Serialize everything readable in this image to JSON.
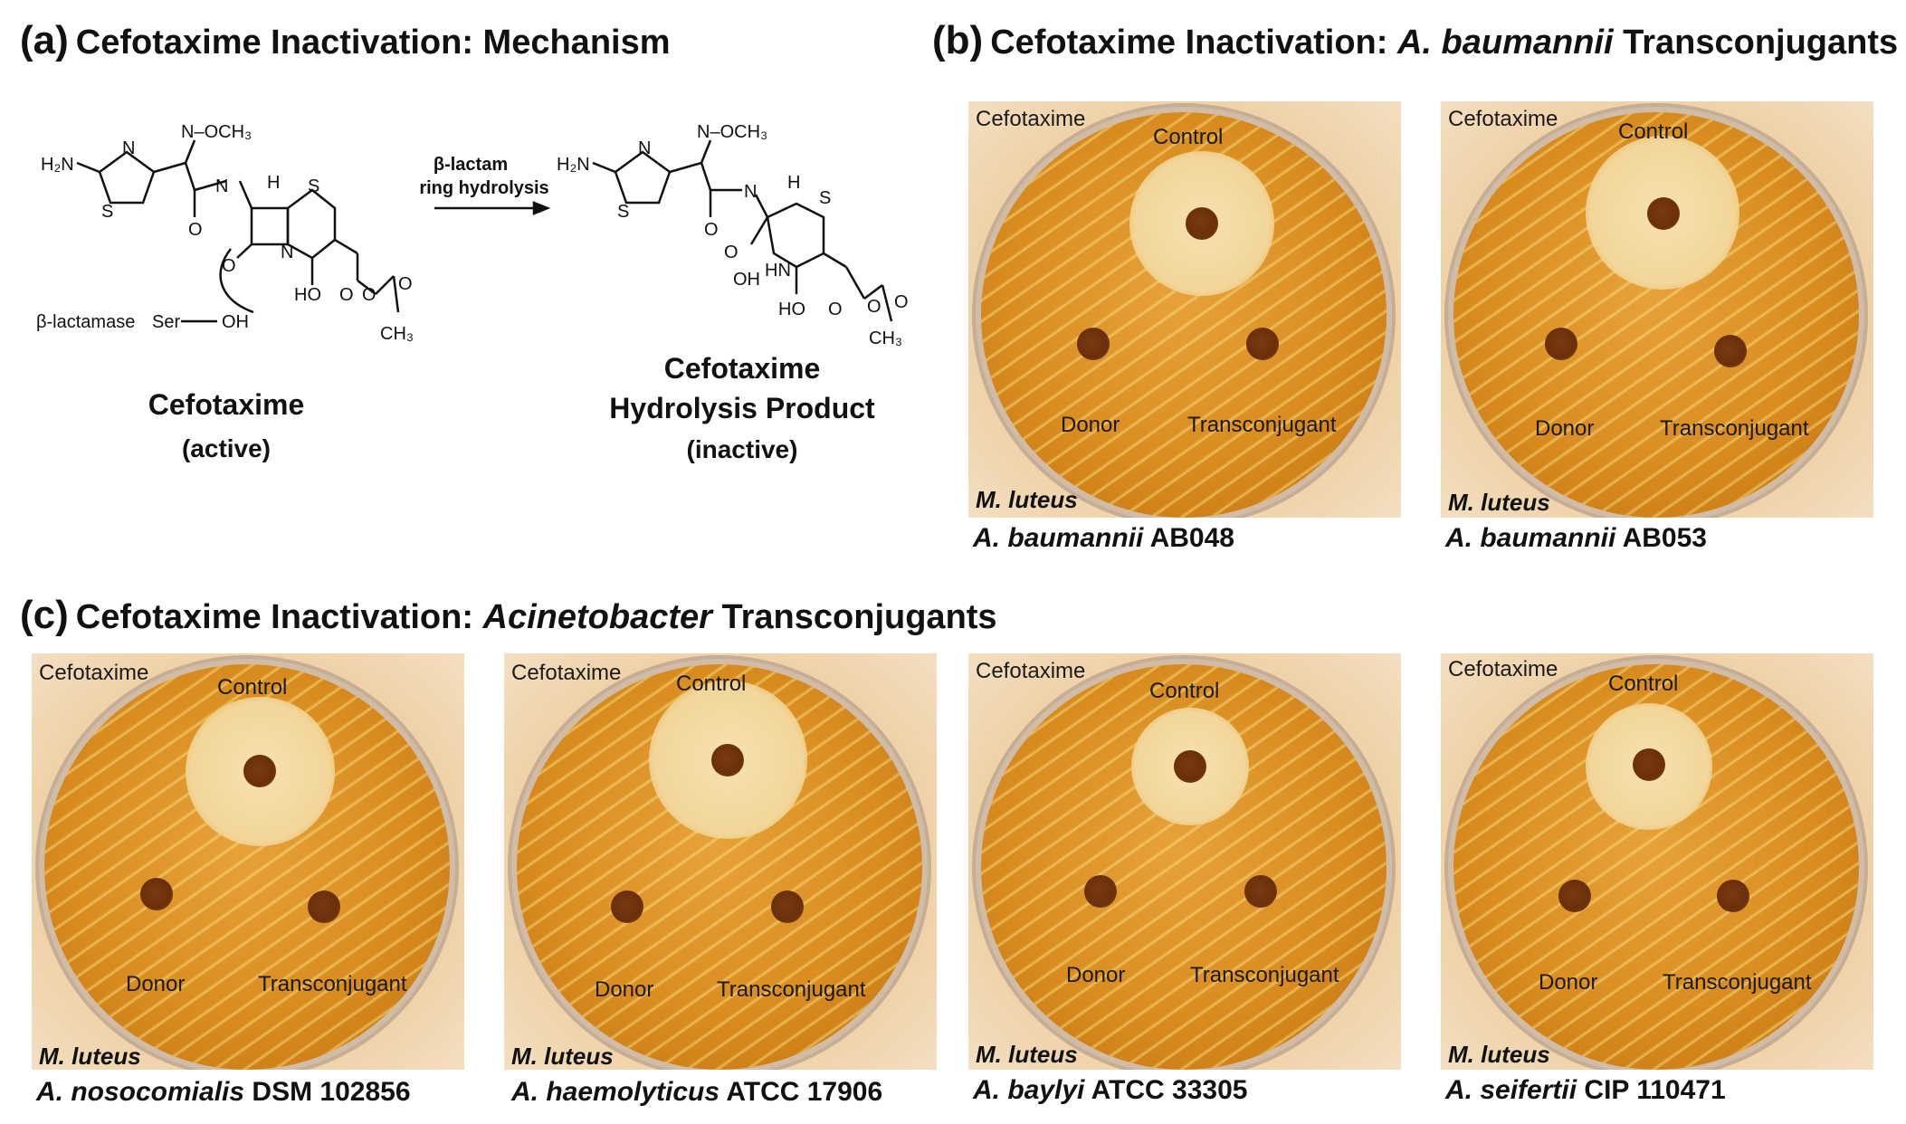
{
  "panel_a": {
    "letter": "(a)",
    "title": "Cefotaxime Inactivation: Mechanism",
    "arrow_label_1": "β-lactam",
    "arrow_label_2": "ring hydrolysis",
    "reactant_name": "Cefotaxime",
    "reactant_state": "(active)",
    "product_name_1": "Cefotaxime",
    "product_name_2": "Hydrolysis Product",
    "product_state": "(inactive)",
    "enzyme_label": "β-lactamase",
    "ser_label": "Ser",
    "atoms": {
      "h2n": "H₂N",
      "n": "N",
      "s": "S",
      "noch3": "N–OCH₃",
      "h": "H",
      "nh": "N",
      "o": "O",
      "oh": "OH",
      "ho": "HO",
      "hn": "HN",
      "ch3": "CH₃"
    }
  },
  "panel_b": {
    "letter": "(b)",
    "title_prefix": "Cefotaxime Inactivation: ",
    "title_italic": "A. baumannii",
    "title_suffix": " Transconjugants"
  },
  "panel_c": {
    "letter": "(c)",
    "title_prefix": "Cefotaxime Inactivation: ",
    "title_italic": "Acinetobacter",
    "title_suffix": " Transconjugants"
  },
  "plate_labels": {
    "antibiotic": "Cefotaxime",
    "control": "Control",
    "donor": "Donor",
    "transconjugant": "Transconjugant",
    "indicator": "M. luteus"
  },
  "plates": [
    {
      "species": "A. baumannii",
      "strain": "AB048"
    },
    {
      "species": "A. baumannii",
      "strain": "AB053"
    },
    {
      "species": "A. nosocomialis",
      "strain": "DSM 102856"
    },
    {
      "species": "A. haemolyticus",
      "strain": "ATCC 17906"
    },
    {
      "species": "A. baylyi",
      "strain": "ATCC 33305"
    },
    {
      "species": "A. seifertii",
      "strain": "CIP 110471"
    }
  ]
}
